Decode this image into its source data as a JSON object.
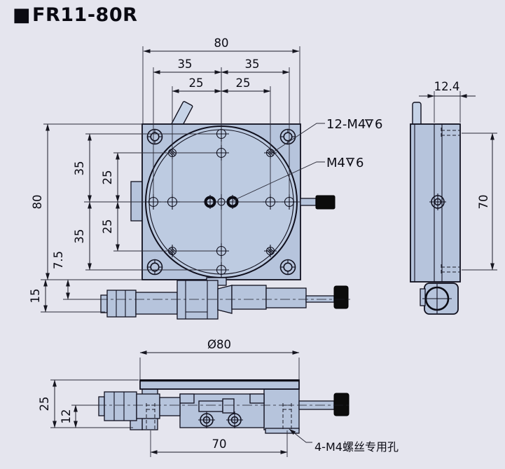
{
  "title": {
    "marker": "■",
    "text": "FR11-80R"
  },
  "colors": {
    "background": "#e5e5ee",
    "part_fill": "#b6c4dc",
    "rotary_face_fill": "#bdcbe1",
    "line": "#10101e",
    "lock_knob": "#0c0c0c"
  },
  "top_view": {
    "dim_overall_width": "80",
    "dim_35_left": "35",
    "dim_35_right": "35",
    "dim_25_left": "25",
    "dim_25_right": "25",
    "dim_overall_height": "80",
    "dim_v35_top": "35",
    "dim_v25_top": "25",
    "dim_v25_bottom": "25",
    "dim_v35_bottom": "35",
    "dim_offset_small": "7.5",
    "dim_offset_large": "15"
  },
  "hole_labels": {
    "pattern_holes": {
      "text": "12-M4⊽6",
      "prefix": "12-M4",
      "depth_symbol": "⊽",
      "suffix": "6"
    },
    "center_hole": {
      "text": "M4⊽6",
      "prefix": "M4",
      "depth_symbol": "⊽",
      "suffix": "6"
    }
  },
  "side_view": {
    "dim_width": "12.4",
    "dim_height": "70"
  },
  "bottom_view": {
    "dim_diameter": "Ø80",
    "dim_height": "25",
    "dim_center_offset": "12",
    "dim_hole_spacing": "70",
    "label_screw_holes": "4-M4螺丝专用孔"
  }
}
